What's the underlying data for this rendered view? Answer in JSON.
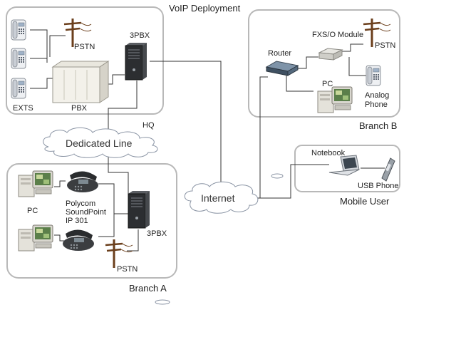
{
  "title": "VoIP Deployment",
  "hq": {
    "label": "HQ",
    "exts_label": "EXTS",
    "pbx_label": "PBX",
    "pstn_label": "PSTN",
    "ippbx_label": "3PBX"
  },
  "dedicated_line_label": "Dedicated Line",
  "internet_label": "Internet",
  "branch_b": {
    "label": "Branch B",
    "router_label": "Router",
    "fxso_label": "FXS/O Module",
    "pstn_label": "PSTN",
    "pc_label": "PC",
    "analog_phone_label_1": "Analog",
    "analog_phone_label_2": "Phone"
  },
  "mobile_user": {
    "label": "Mobile User",
    "notebook_label": "Notebook",
    "usb_phone_label": "USB Phone"
  },
  "branch_a": {
    "label": "Branch A",
    "pc_label": "PC",
    "polycom_label_1": "Polycom",
    "polycom_label_2": "SoundPoint",
    "polycom_label_3": "IP 301",
    "ippbx_label": "3PBX",
    "pstn_label": "PSTN"
  }
}
